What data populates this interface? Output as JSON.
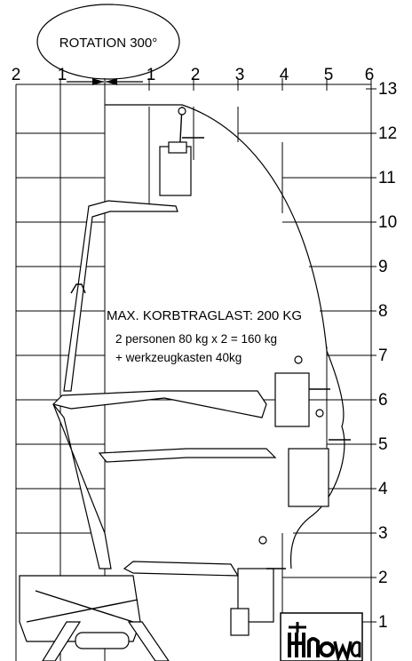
{
  "rotation_label": "ROTATION 300°",
  "x_axis_labels": [
    "2",
    "1",
    "1",
    "2",
    "3",
    "4",
    "5",
    "6"
  ],
  "y_axis_labels": [
    "13",
    "12",
    "11",
    "10",
    "9",
    "8",
    "7",
    "6",
    "5",
    "4",
    "3",
    "2",
    "1"
  ],
  "load_title": "MAX. KORBTRAGLAST: 200 KG",
  "load_line_1": "2 personen 80 kg x 2 = 160 kg",
  "load_line_2": "+ werkzeugkasten 40kg",
  "logo_text": "Hinowa"
}
